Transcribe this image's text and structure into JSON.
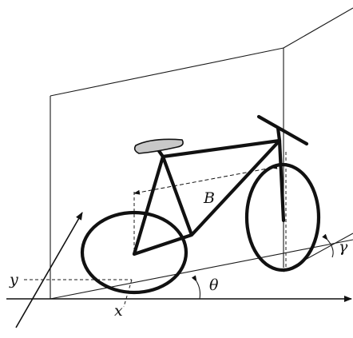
{
  "labels": {
    "wheelbase": "B",
    "x_axis": "x",
    "y_axis": "y",
    "slope_angle": "θ",
    "side_angle": "γ"
  }
}
